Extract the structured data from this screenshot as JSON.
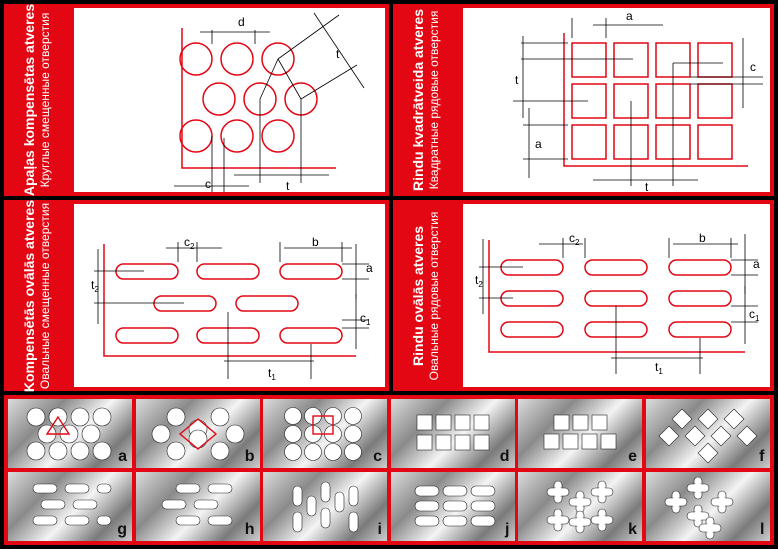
{
  "panels": {
    "p1": {
      "title": "Apaļas kompensētas atveres",
      "subtitle": "Круглые смещенные отверстия",
      "labels": {
        "d": "d",
        "t_diag": "t",
        "c": "c",
        "t": "t"
      }
    },
    "p2": {
      "title": "Rindu kvadrātveida atveres",
      "subtitle": "Квадратные рядовые отверстия",
      "labels": {
        "a_top": "a",
        "t": "t",
        "c": "c",
        "a_left": "a",
        "t_bottom": "t"
      }
    },
    "p3": {
      "title": "Kompensētās ovālās atveres",
      "subtitle": "Овальные смещенные отверстия",
      "labels": {
        "c": "c",
        "c_sub": "2",
        "b": "b",
        "a": "a",
        "t": "t",
        "t_sub": "2",
        "c1": "c",
        "c1_sub": "1",
        "t1": "t",
        "t1_sub": "1"
      }
    },
    "p4": {
      "title": "Rindu ovālās atveres",
      "subtitle": "Овальные рядовые отверстия",
      "labels": {
        "c": "c",
        "c_sub": "2",
        "b": "b",
        "a": "a",
        "t": "t",
        "t_sub": "2",
        "c1": "c",
        "c1_sub": "1",
        "t1": "t",
        "t1_sub": "1"
      }
    }
  },
  "colors": {
    "frame": "#e30613",
    "line": "#e30613",
    "dim": "#000000",
    "hole": "#ffffff"
  },
  "patterns": [
    {
      "letter": "a",
      "shape": "circles-staggered-triangle"
    },
    {
      "letter": "b",
      "shape": "circles-staggered-diamond"
    },
    {
      "letter": "c",
      "shape": "circles-grid-square"
    },
    {
      "letter": "d",
      "shape": "squares-grid"
    },
    {
      "letter": "e",
      "shape": "squares-staggered"
    },
    {
      "letter": "f",
      "shape": "diamonds"
    },
    {
      "letter": "g",
      "shape": "ovals-staggered"
    },
    {
      "letter": "h",
      "shape": "ovals-offset"
    },
    {
      "letter": "i",
      "shape": "ovals-vertical"
    },
    {
      "letter": "j",
      "shape": "ovals-grid"
    },
    {
      "letter": "k",
      "shape": "crosses"
    },
    {
      "letter": "l",
      "shape": "crosses-staggered"
    }
  ]
}
